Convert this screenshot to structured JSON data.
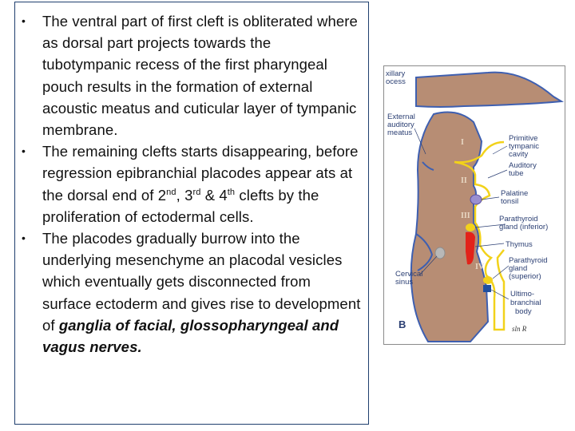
{
  "text": {
    "bullet_symbol": "•",
    "bullet1": "The ventral part of first cleft is obliterated where as dorsal part projects towards the tubotympanic recess of the first pharyngeal pouch results in the formation of external acoustic meatus and cuticular layer of tympanic membrane.",
    "bullet2": {
      "part1": "The remaining clefts starts disappearing, before regression epibranchial placodes appear ats at the dorsal end of 2",
      "sup1": "nd",
      "part2": ", 3",
      "sup2": "rd",
      "part3": " & 4",
      "sup3": "th",
      "part4": " clefts by the proliferation of ectodermal cells."
    },
    "bullet3": {
      "part1": "The placodes gradually burrow into the underlying mesenchyme an placodal vesicles which eventually gets disconnected from surface ectoderm and gives rise to development of ",
      "emphasis": "ganglia of facial, glossopharyngeal and vagus nerves."
    }
  },
  "figure": {
    "labels": {
      "maxillary_process": "xillary",
      "maxillary_process_2": "ocess",
      "external_auditory_meatus_1": "External",
      "external_auditory_meatus_2": "auditory",
      "external_auditory_meatus_3": "meatus",
      "primitive_tympanic_1": "Primitive",
      "primitive_tympanic_2": "tympanic",
      "primitive_tympanic_3": "cavity",
      "auditory_tube_1": "Auditory",
      "auditory_tube_2": "tube",
      "palatine_tonsil_1": "Palatine",
      "palatine_tonsil_2": "tonsil",
      "parathyroid_inferior_1": "Parathyroid",
      "parathyroid_inferior_2": "gland (inferior)",
      "thymus": "Thymus",
      "cervical_sinus_1": "Cervical",
      "cervical_sinus_2": "sinus",
      "parathyroid_superior_1": "Parathyroid",
      "parathyroid_superior_2": "gland",
      "parathyroid_superior_3": "(superior)",
      "ultimobranchial_1": "Ultimo-",
      "ultimobranchial_2": "branchial",
      "ultimobranchial_3": "body",
      "panel_letter": "B",
      "signature": "sln R"
    },
    "arch_numerals": [
      "I",
      "II",
      "III",
      "IV"
    ],
    "colors": {
      "tissue": "#b78d74",
      "pouch_line": "#f2d21a",
      "ectoderm_line": "#3e5fb0",
      "thymus": "#e2231a",
      "parathyroid": "#f3d21b",
      "tonsil": "#9a8fd0",
      "ultimobranchial": "#1f4fa0",
      "label": "#2b3f73"
    }
  }
}
